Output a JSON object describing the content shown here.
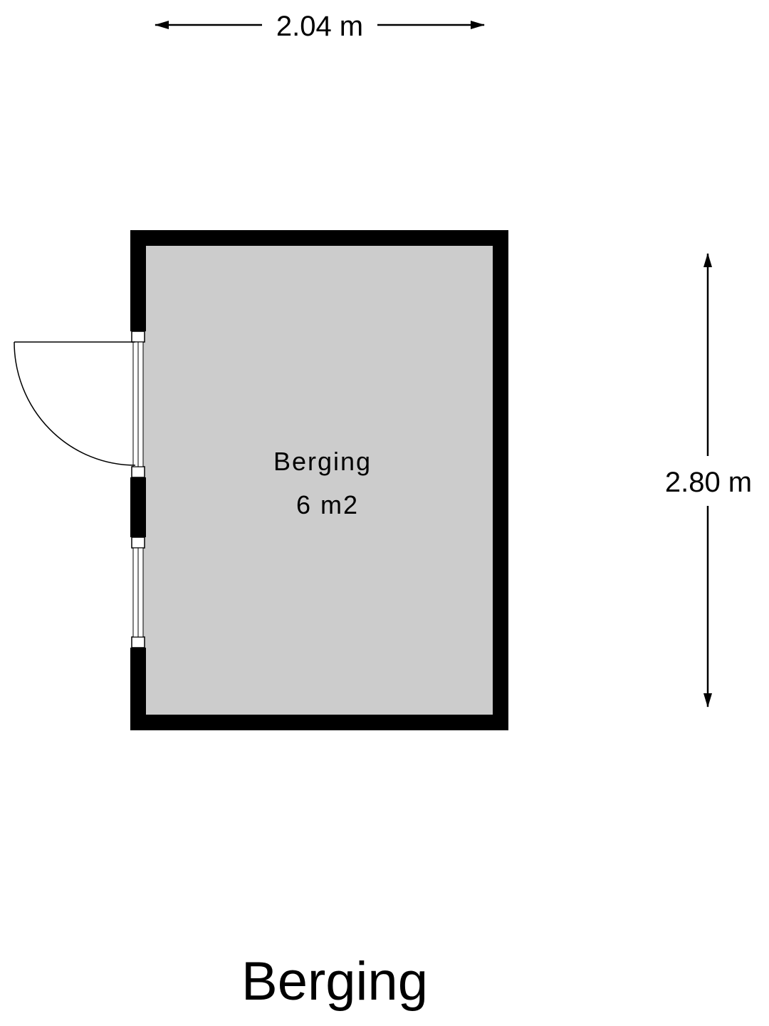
{
  "dimensions": {
    "width_label": "2.04 m",
    "height_label": "2.80 m"
  },
  "room": {
    "name": "Berging",
    "area": "6 m2"
  },
  "plan_title": "Berging",
  "colors": {
    "wall": "#000000",
    "floor": "#cccccc",
    "background": "#ffffff"
  }
}
